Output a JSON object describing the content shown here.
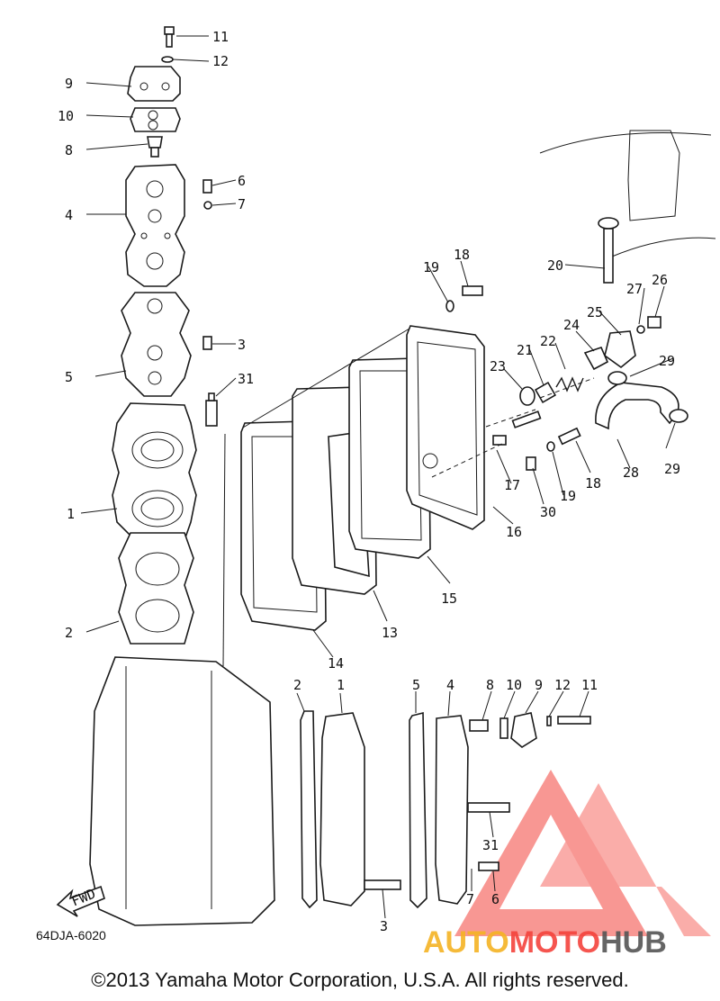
{
  "diagram": {
    "code": "64DJA-6020",
    "fwd_label": "FWD",
    "copyright": "©2013 Yamaha Motor Corporation, U.S.A. All rights reserved.",
    "callouts": {
      "n1": "1",
      "n2": "2",
      "n3": "3",
      "n4": "4",
      "n5": "5",
      "n6": "6",
      "n7": "7",
      "n8": "8",
      "n9": "9",
      "n10": "10",
      "n11": "11",
      "n12": "12",
      "n13": "13",
      "n14": "14",
      "n15": "15",
      "n16": "16",
      "n17": "17",
      "n18": "18",
      "n19": "19",
      "n20": "20",
      "n21": "21",
      "n22": "22",
      "n23": "23",
      "n24": "24",
      "n25": "25",
      "n26": "26",
      "n27": "27",
      "n28": "28",
      "n29": "29",
      "n30": "30",
      "n31": "31"
    }
  },
  "watermark": {
    "brand_part1": "AUTO",
    "brand_part2": "MOTO",
    "brand_part3": "HUB",
    "colors": {
      "accent": "#f4433c",
      "gold": "#f5b324",
      "dark": "#555555"
    }
  }
}
